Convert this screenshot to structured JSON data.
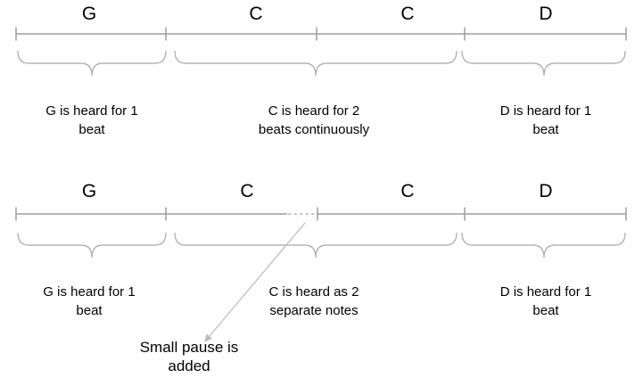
{
  "colors": {
    "line": "#9e9e9e",
    "brace": "#a8a8a8",
    "dots": "#c6c6c6",
    "arrow": "#bdbdbd"
  },
  "top_diagram": {
    "chords": [
      "G",
      "C",
      "C",
      "D"
    ],
    "captions": [
      "G is heard for 1 beat",
      "C is heard for 2 beats continuously",
      "D is heard for 1 beat"
    ]
  },
  "bottom_diagram": {
    "chords": [
      "G",
      "C",
      "C",
      "D"
    ],
    "captions": [
      "G is heard for 1 beat",
      "C is heard as 2 separate notes",
      "D is heard for 1 beat"
    ],
    "callout": "Small pause is added"
  }
}
